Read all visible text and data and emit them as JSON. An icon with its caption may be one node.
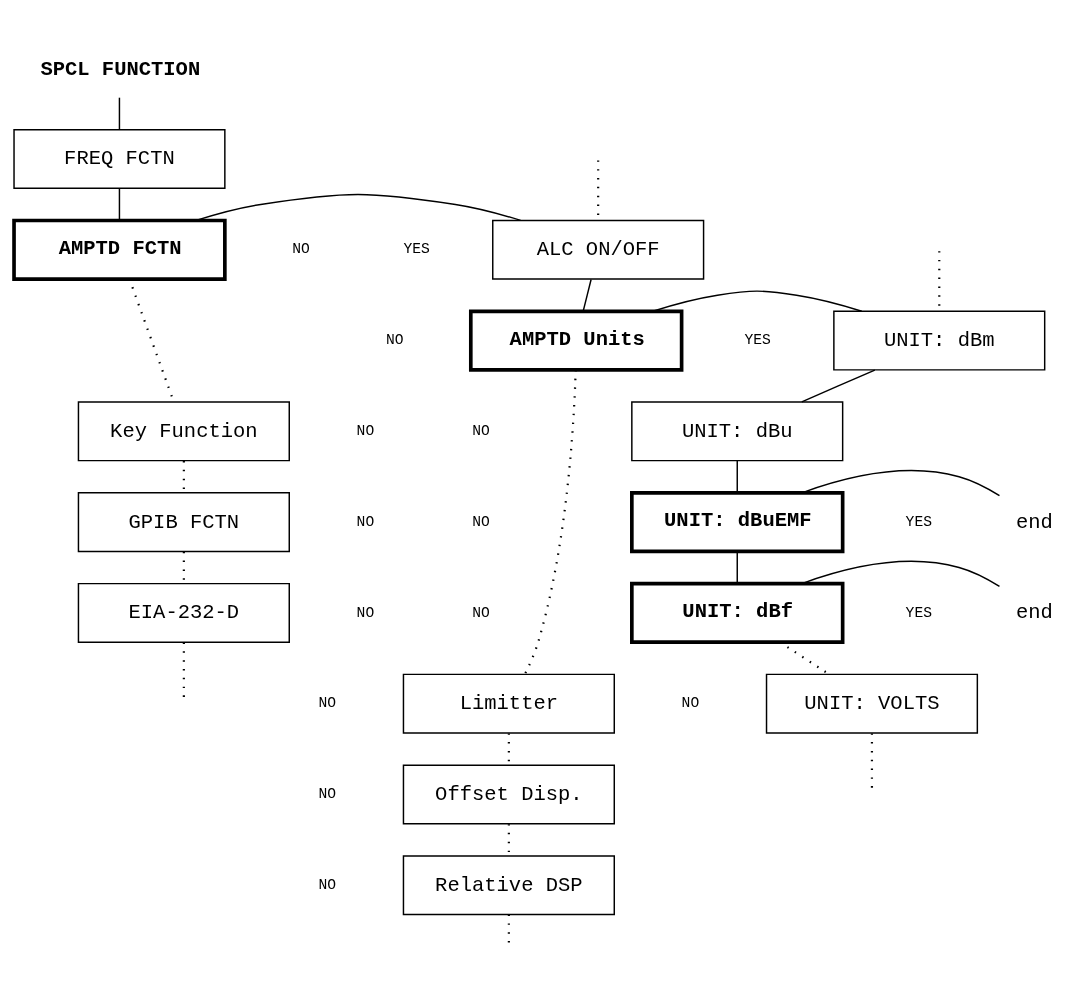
{
  "diagram": {
    "nodes": [
      {
        "text": [
          "SPCL FUNCTION"
        ]
      },
      {
        "text": [
          "FREQ FCTN"
        ]
      },
      {
        "text": [
          "AMPTD FCTN"
        ]
      },
      {
        "text": [
          "ALC ON/OFF"
        ]
      },
      {
        "text": [
          "AMPTD Units"
        ]
      },
      {
        "text": [
          "UNIT: dBm"
        ]
      },
      {
        "text": [
          "Key Function"
        ]
      },
      {
        "text": [
          "UNIT: dBu"
        ]
      },
      {
        "text": [
          "GPIB FCTN"
        ]
      },
      {
        "text": [
          "UNIT: dBuEMF"
        ]
      },
      {
        "text": [
          "end"
        ]
      },
      {
        "text": [
          "EIA-232-D"
        ]
      },
      {
        "text": [
          "UNIT: dBf"
        ]
      },
      {
        "text": [
          "end"
        ]
      },
      {
        "text": [
          "Limitter"
        ]
      },
      {
        "text": [
          "UNIT: VOLTS"
        ]
      },
      {
        "text": [
          "Offset Disp."
        ]
      },
      {
        "text": [
          "Relative DSP"
        ]
      }
    ],
    "edges": [
      {
        "from": 0,
        "to": 1,
        "arrow": "none"
      },
      {
        "from": 1,
        "to": 2,
        "arrow": "none"
      },
      {
        "from": 2,
        "to": 3,
        "arrow": "none"
      },
      {
        "from": 3,
        "to": 4,
        "arrow": "none"
      },
      {
        "from": 4,
        "to": 5,
        "arrow": "none"
      },
      {
        "from": 5,
        "to": 7,
        "arrow": "none"
      },
      {
        "from": 7,
        "to": 9,
        "arrow": "none"
      },
      {
        "from": 9,
        "to": 10,
        "arrow": "none"
      },
      {
        "from": 9,
        "to": 12,
        "arrow": "none"
      },
      {
        "from": 12,
        "to": 13,
        "arrow": "none"
      },
      {
        "from": 2,
        "to": 6,
        "arrow": "none",
        "style": "dashed"
      },
      {
        "from": 6,
        "to": 8,
        "arrow": "none",
        "style": "dashed"
      },
      {
        "from": 8,
        "to": 11,
        "arrow": "none",
        "style": "dashed"
      },
      {
        "from": 11,
        "to": null,
        "arrow": "none",
        "style": "dashed"
      },
      {
        "from": null,
        "to": 3,
        "arrow": "none",
        "style": "dashed"
      },
      {
        "from": 4,
        "to": 14,
        "arrow": "none",
        "style": "dashed"
      },
      {
        "from": 14,
        "to": 16,
        "arrow": "none",
        "style": "dashed"
      },
      {
        "from": 16,
        "to": 17,
        "arrow": "none",
        "style": "dashed"
      },
      {
        "from": 17,
        "to": null,
        "arrow": "none",
        "style": "dashed"
      },
      {
        "from": null,
        "to": 5,
        "arrow": "none",
        "style": "dashed"
      },
      {
        "from": 12,
        "to": 15,
        "arrow": "none",
        "style": "dashed"
      },
      {
        "from": 15,
        "to": null,
        "arrow": "none",
        "style": "dashed"
      }
    ],
    "labels": [
      "NO",
      "YES",
      "NO",
      "YES",
      "NO",
      "NO",
      "NO",
      "NO",
      "YES",
      "NO",
      "NO",
      "YES",
      "NO",
      "NO",
      "NO",
      "NO"
    ]
  }
}
